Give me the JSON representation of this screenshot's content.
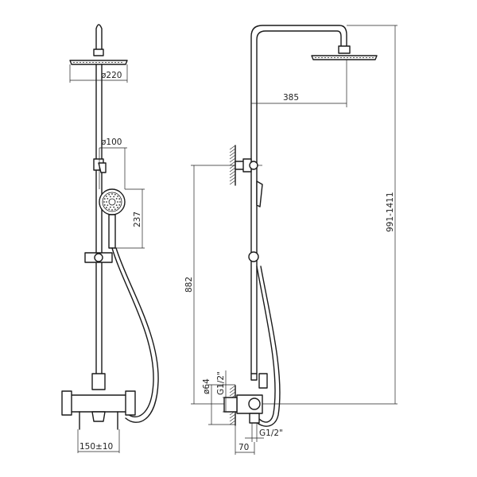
{
  "colors": {
    "line": "#1a1a1a",
    "background": "#ffffff"
  },
  "dimensions": {
    "head_diameter": "ø220",
    "hand_diameter": "ø100",
    "hand_length": "237",
    "mixer_spacing": "150±10",
    "arm_reach": "385",
    "height_total": "991-1411",
    "mixer_height": "882",
    "cover_diameter": "ø64",
    "thread_side": "G1/2\"",
    "thread_bottom": "G1/2\"",
    "wall_offset": "70"
  }
}
